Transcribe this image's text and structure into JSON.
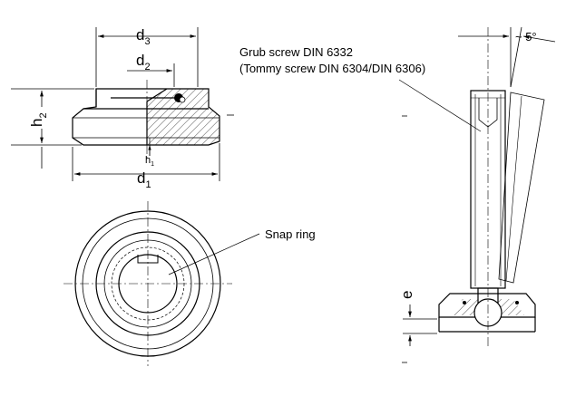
{
  "labels": {
    "d3": {
      "main": "d",
      "sub": "3"
    },
    "d2": {
      "main": "d",
      "sub": "2"
    },
    "d1": {
      "main": "d",
      "sub": "1"
    },
    "h2": {
      "main": "h",
      "sub": "2"
    },
    "h1": {
      "main": "h",
      "sub": "1"
    },
    "e": "e",
    "angle": "~ 5°",
    "grub_screw_line1": "Grub screw DIN 6332",
    "grub_screw_line2": "(Tommy screw DIN 6304/DIN 6306)",
    "snap_ring": "Snap ring"
  },
  "colors": {
    "line": "#000000",
    "background": "#ffffff"
  }
}
